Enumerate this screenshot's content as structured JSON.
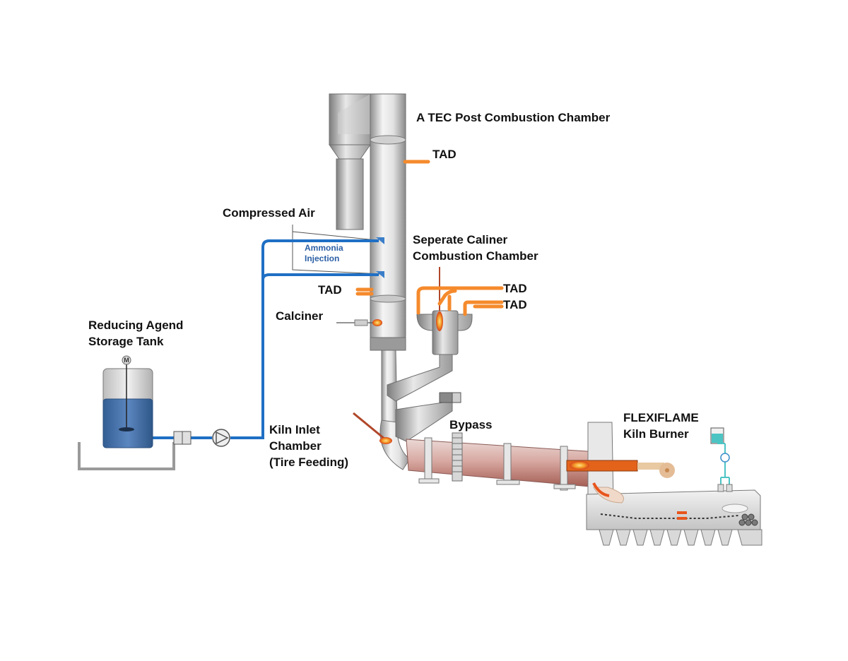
{
  "labels": {
    "post_combustion": "A TEC Post Combustion Chamber",
    "tad_top": "TAD",
    "compressed_air": "Compressed Air",
    "ammonia_line1": "Ammonia",
    "ammonia_line2": "Injection",
    "separate_line1": "Seperate Caliner",
    "separate_line2": "Combustion Chamber",
    "tad_left": "TAD",
    "tad_right1": "TAD",
    "tad_right2": "TAD",
    "calciner": "Calciner",
    "storage_line1": "Reducing Agend",
    "storage_line2": "Storage Tank",
    "kiln_inlet_line1": "Kiln Inlet",
    "kiln_inlet_line2": "Chamber",
    "kiln_inlet_line3": "(Tire Feeding)",
    "bypass": "Bypass",
    "burner_line1": "FLEXIFLAME",
    "burner_line2": "Kiln Burner",
    "motor_symbol": "M"
  },
  "colors": {
    "pipe_blue": "#1f6fc4",
    "tank_liquid": "#3f6ea8",
    "tad_orange": "#f58a2c",
    "flame": "#e8541c",
    "kiln_red": "#b87a72",
    "grey_dark": "#8e8e8e",
    "grey_light": "#e6e6e6",
    "cyan_line": "#4cc4c4"
  }
}
